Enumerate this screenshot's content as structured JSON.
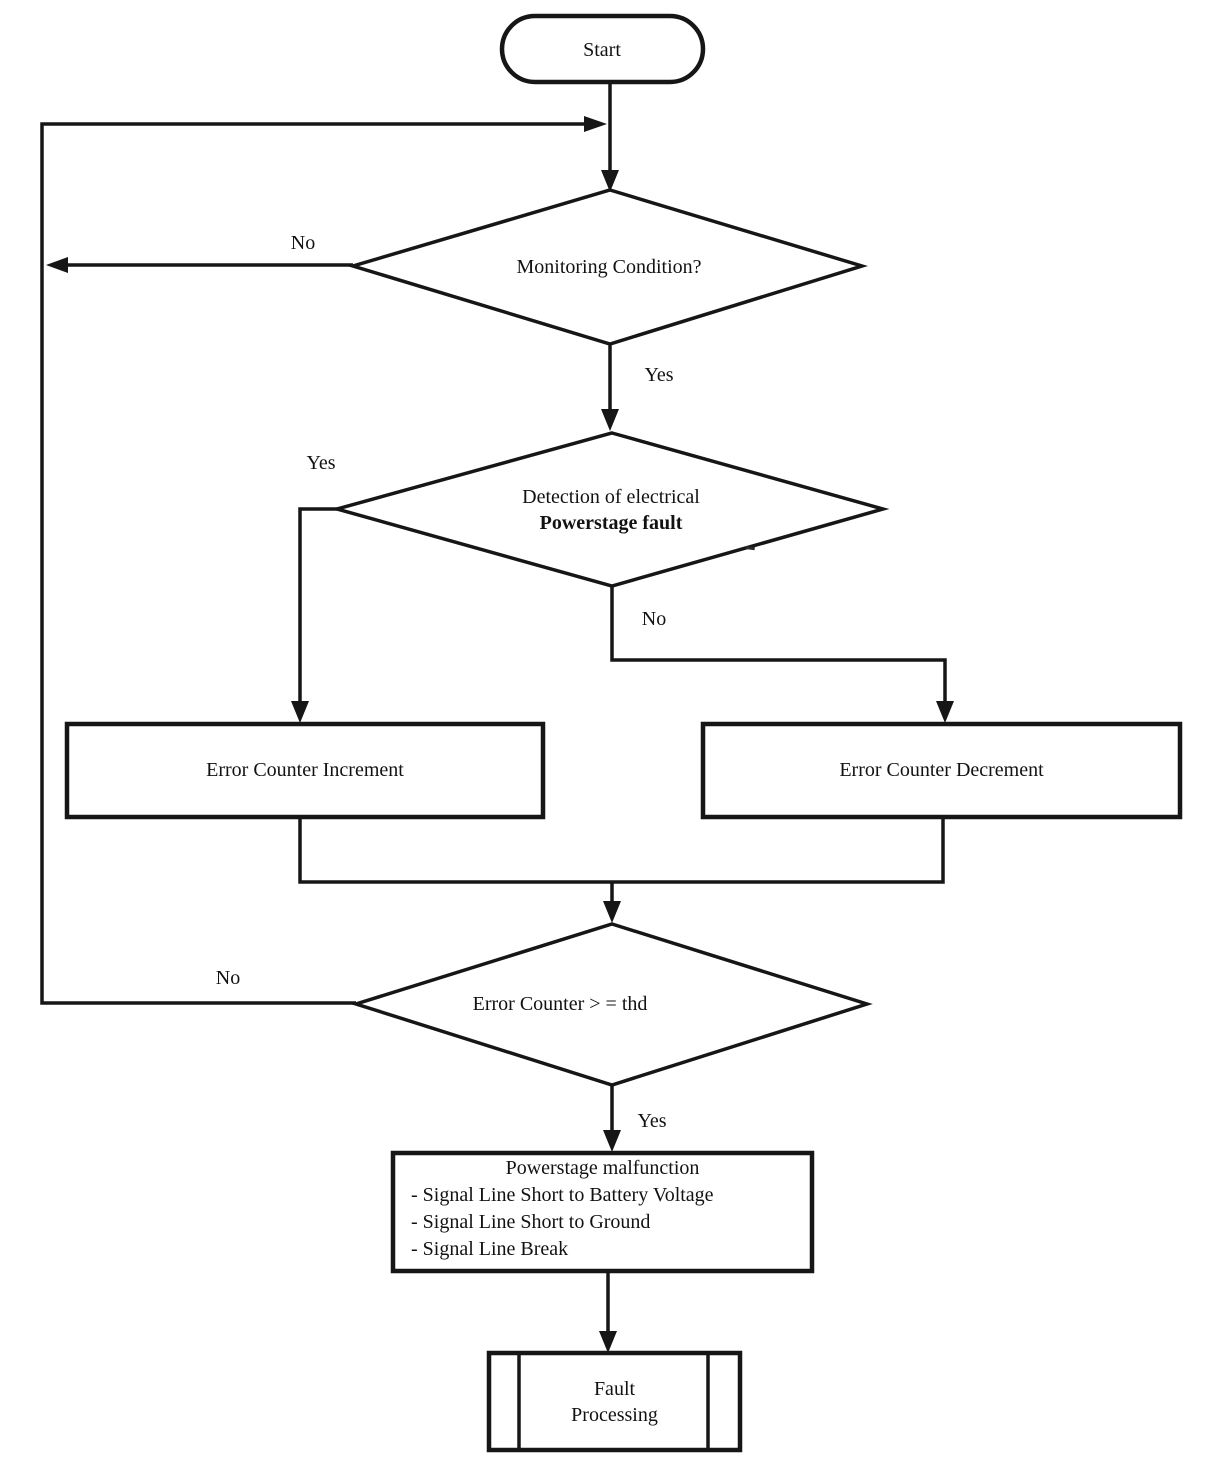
{
  "canvas": {
    "background_color": "#ffffff",
    "line_color": "#161616",
    "text_color": "#121212"
  },
  "nodes": {
    "start": {
      "type": "terminator",
      "label": "Start"
    },
    "monitoring": {
      "type": "decision",
      "label": "Monitoring Condition?"
    },
    "detection": {
      "type": "decision",
      "label_line1": "Detection of electrical",
      "label_line2": "Powerstage fault"
    },
    "increment": {
      "type": "process",
      "label": "Error Counter Increment"
    },
    "decrement": {
      "type": "process",
      "label": "Error Counter Decrement"
    },
    "threshold": {
      "type": "decision",
      "label": "Error Counter > = thd"
    },
    "malfunction": {
      "type": "process",
      "title": "Powerstage malfunction",
      "items": [
        "- Signal Line Short to Battery Voltage",
        "- Signal Line Short to Ground",
        "- Signal Line Break"
      ]
    },
    "fault_processing": {
      "type": "predefined-process",
      "label_line1": "Fault",
      "label_line2": "Processing"
    }
  },
  "edge_labels": {
    "monitoring_no": "No",
    "monitoring_yes": "Yes",
    "detection_yes": "Yes",
    "detection_no": "No",
    "threshold_no": "No",
    "threshold_yes": "Yes"
  }
}
